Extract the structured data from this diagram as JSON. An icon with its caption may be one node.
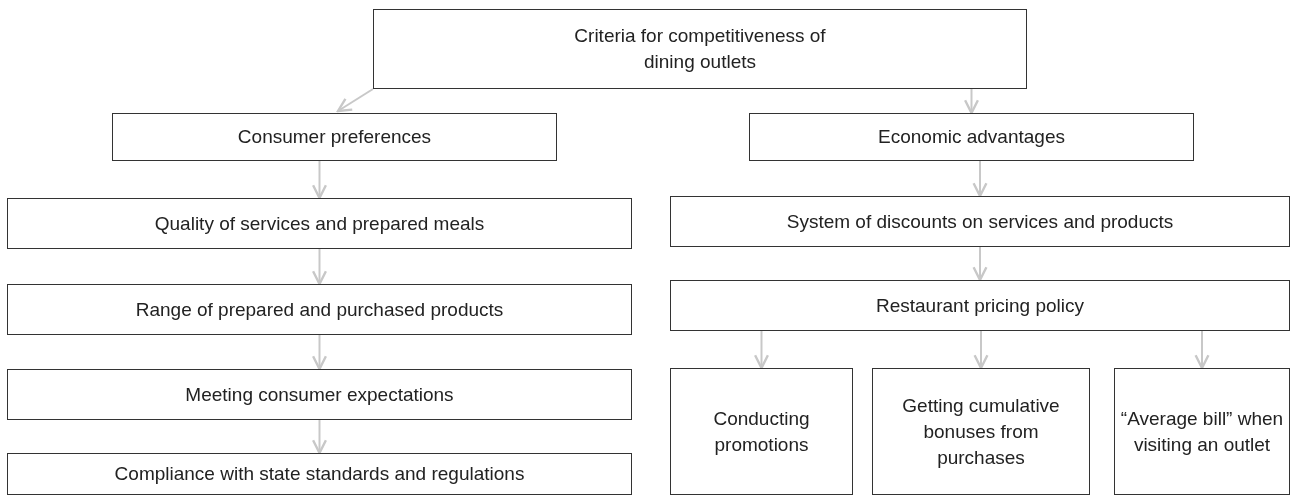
{
  "diagram": {
    "nodes": [
      {
        "text": [
          "Criteria for competitiveness of dining outlets"
        ]
      },
      {
        "text": [
          "Consumer preferences"
        ]
      },
      {
        "text": [
          "Economic advantages"
        ]
      },
      {
        "text": [
          "Quality of services and prepared meals"
        ]
      },
      {
        "text": [
          "Range of prepared and purchased products"
        ]
      },
      {
        "text": [
          "Meeting consumer expectations"
        ]
      },
      {
        "text": [
          "Compliance with state standards and regulations"
        ]
      },
      {
        "text": [
          "System of discounts on services and products"
        ]
      },
      {
        "text": [
          "Restaurant pricing policy"
        ]
      },
      {
        "text": [
          "Conducting promotions"
        ]
      },
      {
        "text": [
          "Getting cumulative bonuses from purchases"
        ]
      },
      {
        "text": [
          "“Average bill” when visiting an outlet"
        ]
      }
    ],
    "edges": [
      {
        "from": 0,
        "to": 1,
        "arrow": "to"
      },
      {
        "from": 0,
        "to": 2,
        "arrow": "to"
      },
      {
        "from": 1,
        "to": 3,
        "arrow": "to"
      },
      {
        "from": 3,
        "to": 4,
        "arrow": "to"
      },
      {
        "from": 4,
        "to": 5,
        "arrow": "to"
      },
      {
        "from": 5,
        "to": 6,
        "arrow": "to"
      },
      {
        "from": 2,
        "to": 7,
        "arrow": "to"
      },
      {
        "from": 7,
        "to": 8,
        "arrow": "to"
      },
      {
        "from": 8,
        "to": 9,
        "arrow": "to"
      },
      {
        "from": 8,
        "to": 10,
        "arrow": "to"
      },
      {
        "from": 8,
        "to": 11,
        "arrow": "to"
      }
    ]
  }
}
